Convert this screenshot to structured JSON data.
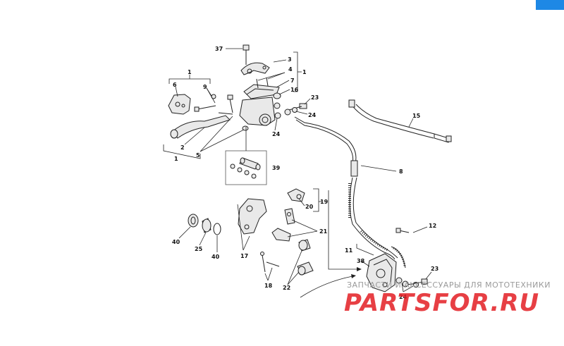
{
  "labels": {
    "l1a": "1",
    "l1b": "1",
    "l1c": "1",
    "l2": "2",
    "l3": "3",
    "l4": "4",
    "l5": "5",
    "l6": "6",
    "l7": "7",
    "l8": "8",
    "l9": "9",
    "l11": "11",
    "l12": "12",
    "l15": "15",
    "l16": "16",
    "l17": "17",
    "l18": "18",
    "l19": "19",
    "l20": "20",
    "l21": "21",
    "l22": "22",
    "l23a": "23",
    "l23b": "23",
    "l24a": "24",
    "l24b": "24",
    "l24c": "24",
    "l25": "25",
    "l37": "37",
    "l38": "38",
    "l39": "39",
    "l40a": "40",
    "l40b": "40"
  },
  "watermark": {
    "text": "ЗАПЧАСТИ И АКСЕССУАРЫ ДЛЯ МОТОТЕХНИКИ",
    "logo": "PARTSFOR.RU"
  },
  "colors": {
    "accent_button": "#1e88e5",
    "logo": "#e31e24",
    "line": "#222222"
  }
}
